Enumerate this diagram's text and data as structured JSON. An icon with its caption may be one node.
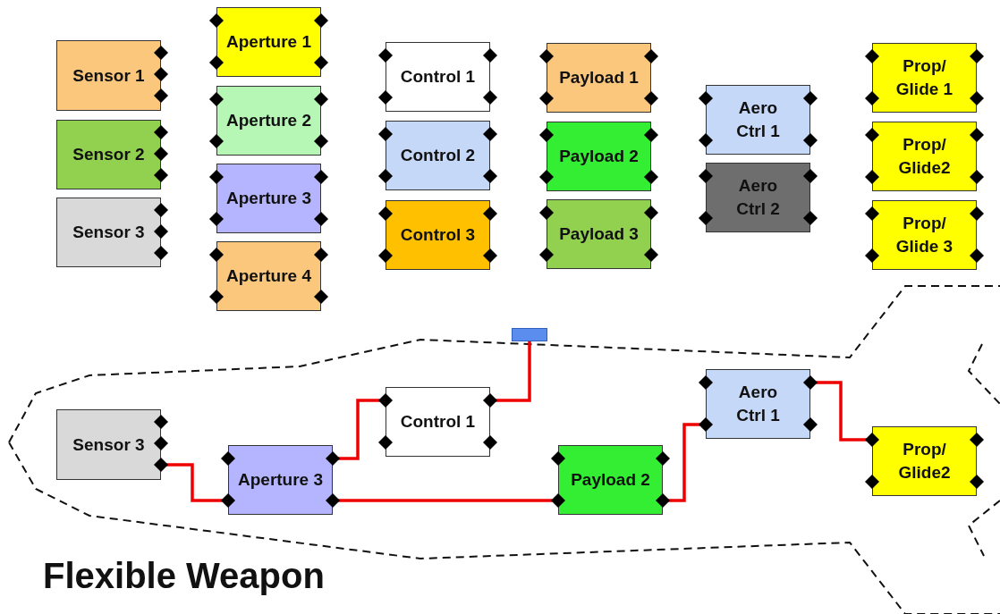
{
  "diagram": {
    "title": "Flexible Weapon",
    "nodes": [
      {
        "text": [
          "Sensor 1"
        ]
      },
      {
        "text": [
          "Sensor 2"
        ]
      },
      {
        "text": [
          "Sensor 3"
        ]
      },
      {
        "text": [
          "Aperture 1"
        ]
      },
      {
        "text": [
          "Aperture 2"
        ]
      },
      {
        "text": [
          "Aperture 3"
        ]
      },
      {
        "text": [
          "Aperture 4"
        ]
      },
      {
        "text": [
          "Control 1"
        ]
      },
      {
        "text": [
          "Control 2"
        ]
      },
      {
        "text": [
          "Control 3"
        ]
      },
      {
        "text": [
          "Payload 1"
        ]
      },
      {
        "text": [
          "Payload 2"
        ]
      },
      {
        "text": [
          "Payload 3"
        ]
      },
      {
        "text": [
          "Aero Ctrl 1"
        ]
      },
      {
        "text": [
          "Aero Ctrl 2"
        ]
      },
      {
        "text": [
          "Prop/ Glide 1"
        ]
      },
      {
        "text": [
          "Prop/ Glide2"
        ]
      },
      {
        "text": [
          "Prop/ Glide 3"
        ]
      },
      {
        "text": [],
        "shape": "box"
      },
      {
        "text": [
          "Sensor 3"
        ]
      },
      {
        "text": [
          "Aperture 3"
        ]
      },
      {
        "text": [
          "Control 1"
        ]
      },
      {
        "text": [
          "Payload 2"
        ]
      },
      {
        "text": [
          "Aero Ctrl 1"
        ]
      },
      {
        "text": [
          "Prop/ Glide2"
        ]
      }
    ],
    "edges": [
      {
        "from": 19,
        "to": 20,
        "arrow": "none"
      },
      {
        "from": 20,
        "to": 21,
        "arrow": "none"
      },
      {
        "from": 21,
        "to": 18,
        "arrow": "none"
      },
      {
        "from": 20,
        "to": 22,
        "arrow": "none"
      },
      {
        "from": 22,
        "to": 23,
        "arrow": "none"
      },
      {
        "from": 23,
        "to": 24,
        "arrow": "none"
      }
    ]
  }
}
